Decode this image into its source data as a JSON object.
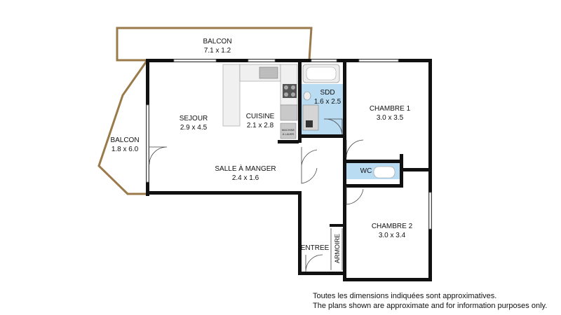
{
  "rooms": {
    "balcon_top": {
      "name": "BALCON",
      "dims": "7.1 x 1.2"
    },
    "balcon_left": {
      "name": "BALCON",
      "dims": "1.8 x 6.0"
    },
    "sejour": {
      "name": "SEJOUR",
      "dims": "2.9 x 4.5"
    },
    "cuisine": {
      "name": "CUISINE",
      "dims": "2.1 x 2.8"
    },
    "salle_a_manger": {
      "name": "SALLE À MANGER",
      "dims": "2.4 x 1.6"
    },
    "sdd": {
      "name": "SDD",
      "dims": "1.6 x 2.5"
    },
    "chambre1": {
      "name": "CHAMBRE 1",
      "dims": "3.0 x 3.5"
    },
    "wc": {
      "name": "WC"
    },
    "chambre2": {
      "name": "CHAMBRE 2",
      "dims": "3.0 x 3.4"
    },
    "entree": {
      "name": "ENTREE"
    },
    "armoire": {
      "name": "ARMOIRE"
    }
  },
  "fixtures": {
    "washer_line1": "MACHINE",
    "washer_line2": "À LAVER"
  },
  "disclaimer": {
    "line_fr": "Toutes les dimensions indiquées sont approximatives.",
    "line_en": "The plans shown are approximate and for information purposes only."
  },
  "colors": {
    "wall": "#111111",
    "balcony_outline": "#9a7a4a",
    "bathroom_fill": "#b9dcf2",
    "fixture_gray": "#c9c9c9"
  }
}
